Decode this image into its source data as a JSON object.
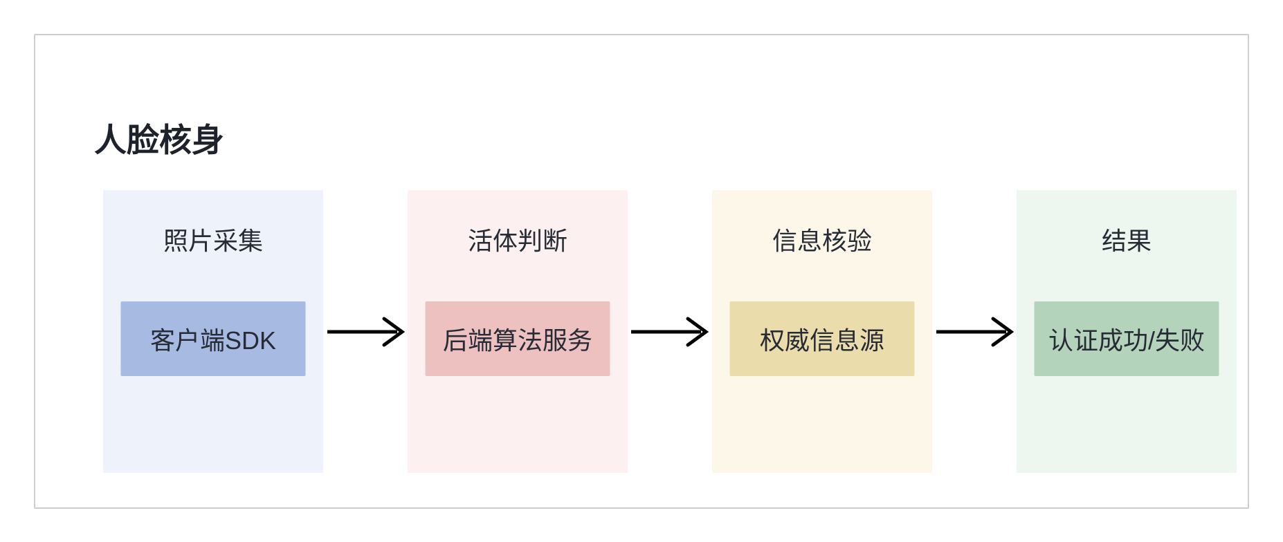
{
  "diagram": {
    "title": "人脸核身",
    "steps": [
      {
        "label": "照片采集",
        "node_label": "客户端SDK",
        "panel_color": "#edf2fb",
        "node_color": "#a6bae2"
      },
      {
        "label": "活体判断",
        "node_label": "后端算法服务",
        "panel_color": "#fcf1f0",
        "node_color": "#eec1c1"
      },
      {
        "label": "信息核验",
        "node_label": "权威信息源",
        "panel_color": "#fcf7e8",
        "node_color": "#ebdcab"
      },
      {
        "label": "结果",
        "node_label": "认证成功/失败",
        "panel_color": "#eef6f0",
        "node_color": "#b4d3bb"
      }
    ],
    "colors": {
      "arrow": "#000000",
      "container_border": "#cdcdcd",
      "title_text": "#1e222b",
      "body_text": "#262b35",
      "background": "#ffffff"
    }
  }
}
